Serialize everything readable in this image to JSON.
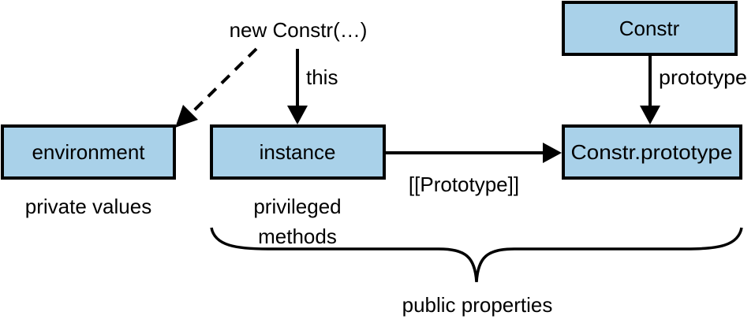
{
  "colors": {
    "box_fill": "#a9d1e9",
    "stroke": "#000000",
    "background": "#ffffff"
  },
  "nodes": {
    "environment": "environment",
    "instance": "instance",
    "constr": "Constr",
    "constr_prototype": "Constr.prototype"
  },
  "labels": {
    "new_constr": "new Constr(…)",
    "this": "this",
    "prototype": "prototype",
    "proto_link": "[[Prototype]]",
    "private_values": "private values",
    "privileged_line1": "privileged",
    "privileged_line2": "methods",
    "public_properties": "public properties"
  }
}
